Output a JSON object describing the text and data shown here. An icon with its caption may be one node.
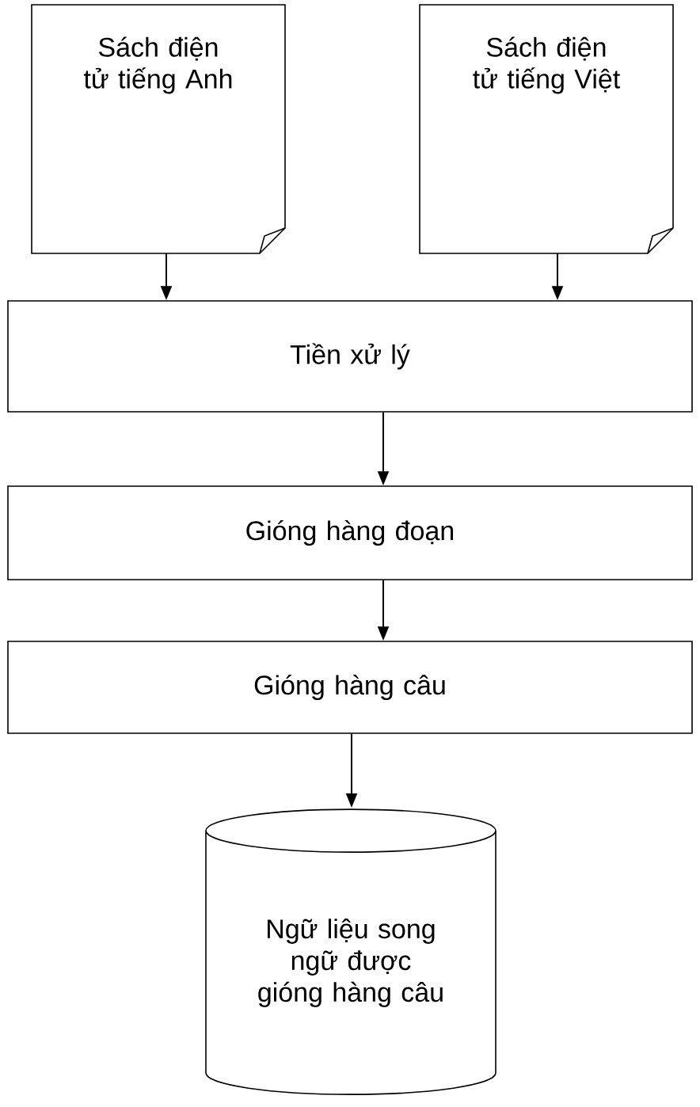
{
  "diagram": {
    "nodes": [
      {
        "text": [
          "Sách điện tử tiếng Anh"
        ]
      },
      {
        "text": [
          "Sách điện tử tiếng Việt"
        ]
      },
      {
        "text": [
          "Tiền xử lý"
        ]
      },
      {
        "text": [
          "Gióng hàng đoạn"
        ]
      },
      {
        "text": [
          "Gióng hàng câu"
        ]
      },
      {
        "text": [
          "Ngữ liệu song ngữ được gióng hàng câu"
        ]
      }
    ],
    "edges": [
      {
        "from": 0,
        "to": 2,
        "arrow": "to"
      },
      {
        "from": 1,
        "to": 2,
        "arrow": "to"
      },
      {
        "from": 2,
        "to": 3,
        "arrow": "to"
      },
      {
        "from": 3,
        "to": 4,
        "arrow": "to"
      },
      {
        "from": 4,
        "to": 5,
        "arrow": "to"
      }
    ]
  }
}
